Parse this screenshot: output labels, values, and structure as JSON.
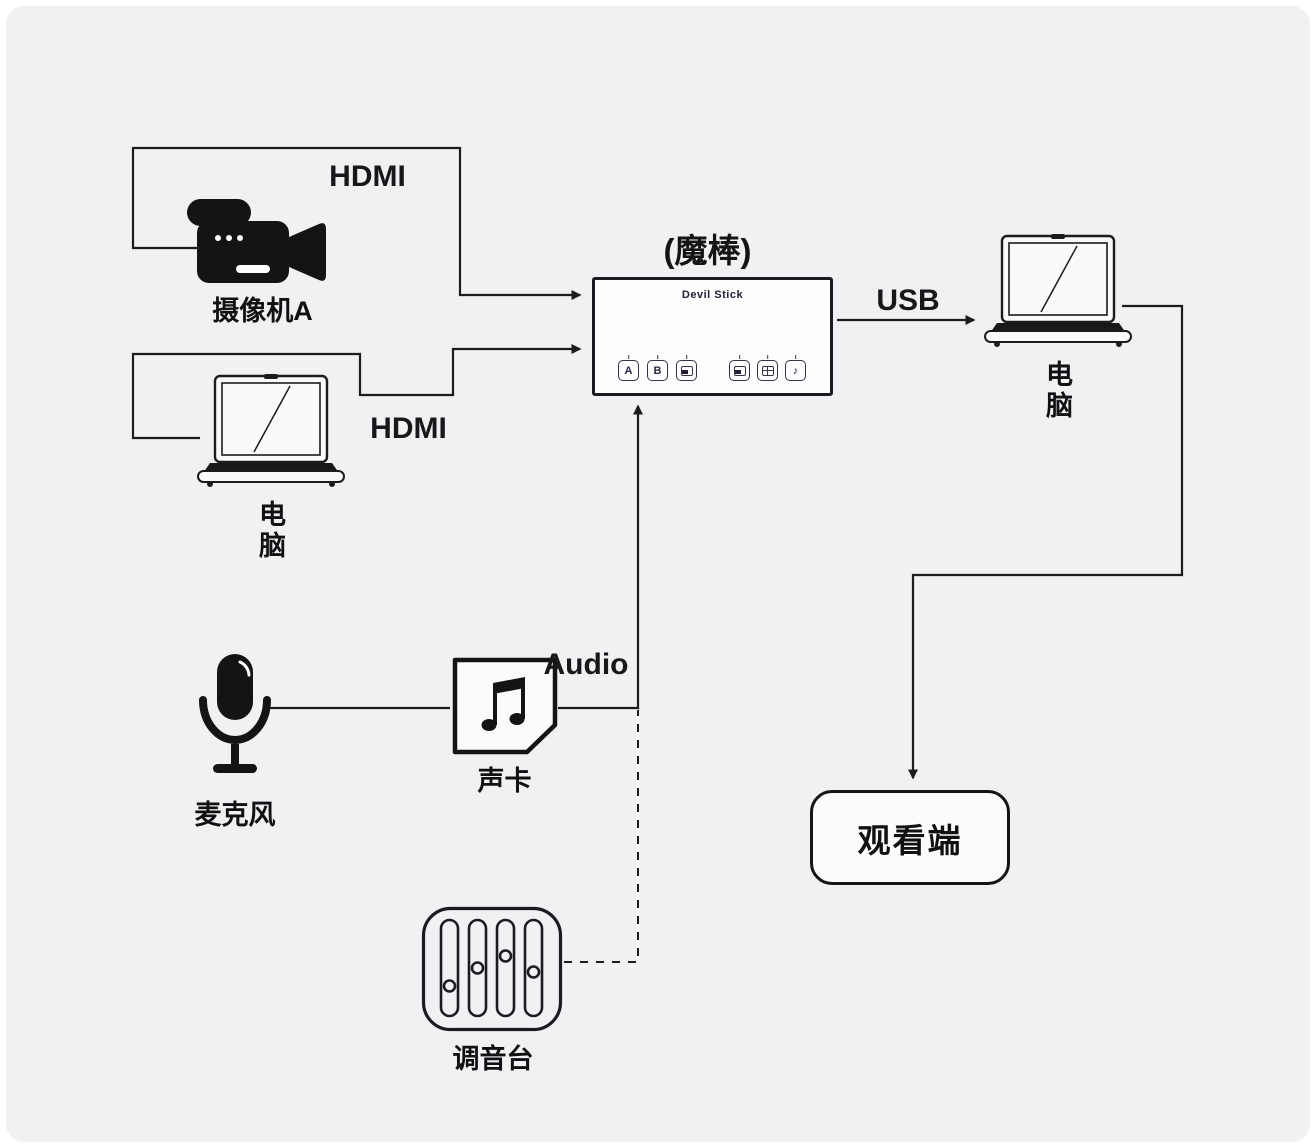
{
  "colors": {
    "ink": "#1c1c1e",
    "background": "#f1f1f4"
  },
  "switcher": {
    "caption": "(魔棒)",
    "title": "Devil Stick",
    "button_a": "A",
    "button_b": "B",
    "button_note": "♪"
  },
  "nodes": {
    "camera_label": "摄像机A",
    "laptop_left_label": "电脑",
    "laptop_right_label": "电脑",
    "viewer_label": "观看端",
    "mic_label": "麦克风",
    "soundcard_label": "声卡",
    "mixer_label": "调音台"
  },
  "edges": {
    "hdmi_camera": "HDMI",
    "hdmi_laptop": "HDMI",
    "usb": "USB",
    "audio": "Audio"
  }
}
